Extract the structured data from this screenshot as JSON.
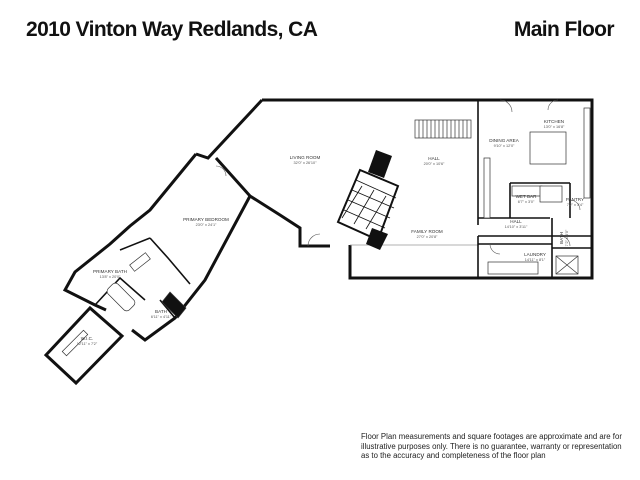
{
  "header": {
    "address": "2010 Vinton Way Redlands, CA",
    "floor_name": "Main Floor"
  },
  "rooms": [
    {
      "key": "living",
      "name": "LIVING ROOM",
      "dims": "32'0\" x 26'10\""
    },
    {
      "key": "hall_top",
      "name": "HALL",
      "dims": "20'0\" x 10'6\""
    },
    {
      "key": "dining",
      "name": "DINING AREA",
      "dims": "9'10\" x 12'0\""
    },
    {
      "key": "kitchen",
      "name": "KITCHEN",
      "dims": "13'0\" x 16'8\""
    },
    {
      "key": "wet_bar",
      "name": "WET BAR",
      "dims": "6'7\" x 3'0\""
    },
    {
      "key": "pantry",
      "name": "PANTRY",
      "dims": "7'2\" x 3'4\""
    },
    {
      "key": "hall_mid",
      "name": "HALL",
      "dims": "14'10\" x 3'11\""
    },
    {
      "key": "bath_small",
      "name": "BATH",
      "dims": "7'2\" x 5'0\""
    },
    {
      "key": "family",
      "name": "FAMILY ROOM",
      "dims": "27'0\" x 20'8\""
    },
    {
      "key": "laundry",
      "name": "LAUNDRY",
      "dims": "14'11\" x 8'1\""
    },
    {
      "key": "primary_bed",
      "name": "PRIMARY BEDROOM",
      "dims": "23'0\" x 24'1\""
    },
    {
      "key": "primary_bath",
      "name": "PRIMARY BATH",
      "dims": "13'8\" x 20'0\""
    },
    {
      "key": "bath",
      "name": "BATH",
      "dims": "6'11\" x 4'11\""
    },
    {
      "key": "wic",
      "name": "W.I.C.",
      "dims": "12'11\" x 7'2\""
    }
  ],
  "disclaimer": "Floor Plan measurements and square footages are approximate and are for illustrative purposes only. There is no guarantee, warranty or representation as to the accuracy and completeness of the floor plan"
}
